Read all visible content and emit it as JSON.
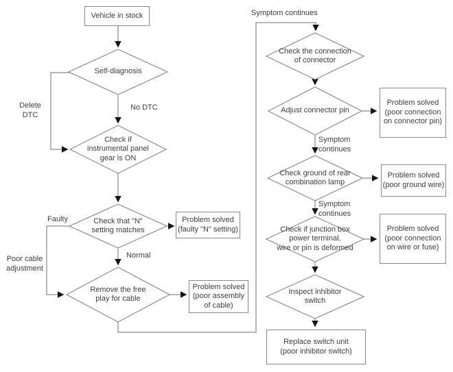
{
  "flowchart": {
    "nodes": {
      "vehicle_in_stock": "Vehicle in stock",
      "self_diagnosis": "Self-diagnosis",
      "instrument_panel": "Check if\ninstrumental panel\ngear is ON",
      "n_setting": "Check that \"N\"\nsetting matches",
      "free_play": "Remove the free\nplay for cable",
      "check_connection": "Check the connection\nof connector",
      "adjust_pin": "Adjust connector pin",
      "check_ground": "Check ground of rear\ncombination lamp",
      "junction_box": "Check if junction box\npower terminal,\nwire or pin is deformed",
      "inspect_inhibitor": "Inspect inhibitor\nswitch",
      "replace_switch": "Replace switch unit\n(poor inhibitor switch)",
      "solved_faulty_n": "Problem solved\n(faulty \"N\" setting)",
      "solved_poor_assembly": "Problem solved\n(poor assembly\nof cable)",
      "solved_connector_pin": "Problem solved\n(poor connection\non connector pin)",
      "solved_ground_wire": "Problem solved\n(poor ground wire)",
      "solved_wire_fuse": "Problem solved\n(poor connection\non wire or fuse)"
    },
    "edge_labels": {
      "delete_dtc": "Delete\nDTC",
      "no_dtc": "No DTC",
      "faulty": "Faulty",
      "poor_cable": "Poor cable\nadjustment",
      "normal": "Normal",
      "symptom_top": "Symptom continues",
      "symptom_mid1": "Symptom\ncontinues",
      "symptom_mid2": "Symptom\ncontinues"
    },
    "colors": {
      "line": "#8a8a8a",
      "arrow": "#161616",
      "node_border": "#8a8a8a",
      "text": "#3d3d3d",
      "background": "#ffffff"
    }
  }
}
